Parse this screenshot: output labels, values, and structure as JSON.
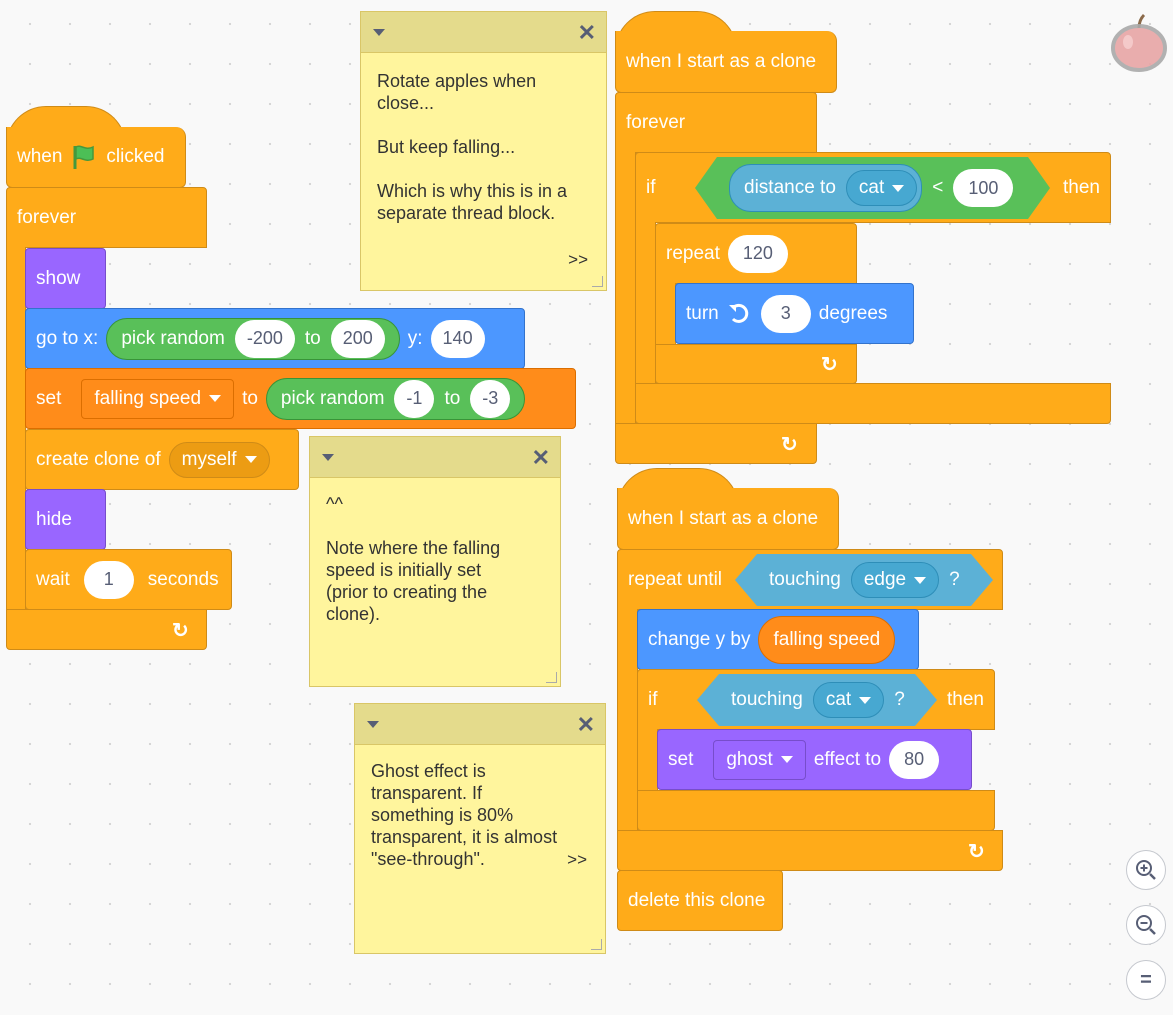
{
  "script1": {
    "hat_when": "when",
    "hat_clicked": "clicked",
    "forever": "forever",
    "show": "show",
    "goto_label": "go to x:",
    "pick_random": "pick random",
    "goto_rand_from": "-200",
    "goto_rand_to_word": "to",
    "goto_rand_to": "200",
    "goto_y_label": "y:",
    "goto_y": "140",
    "set_label": "set",
    "set_var": "falling speed",
    "set_to_word": "to",
    "set_pick_random": "pick random",
    "set_rand_from": "-1",
    "set_rand_to_word": "to",
    "set_rand_to": "-3",
    "create_clone_label": "create clone of",
    "create_clone_target": "myself",
    "hide": "hide",
    "wait_label": "wait",
    "wait_value": "1",
    "wait_unit": "seconds"
  },
  "script2": {
    "hat": "when I start as a clone",
    "forever": "forever",
    "if_label": "if",
    "distance_to": "distance to",
    "distance_target": "cat",
    "less_than": "<",
    "compare_value": "100",
    "then": "then",
    "repeat_label": "repeat",
    "repeat_value": "120",
    "turn_label": "turn",
    "turn_value": "3",
    "degrees": "degrees"
  },
  "script3": {
    "hat": "when I start as a clone",
    "repeat_until": "repeat until",
    "touching": "touching",
    "touching_target": "edge",
    "question": "?",
    "change_y": "change y by",
    "change_y_var": "falling speed",
    "if_label": "if",
    "if_touching": "touching",
    "if_touching_target": "cat",
    "if_question": "?",
    "then": "then",
    "set_label": "set",
    "effect": "ghost",
    "effect_to": "effect to",
    "effect_value": "80",
    "delete_clone": "delete this clone"
  },
  "notes": {
    "note1": "Rotate apples when\nclose...\n\nBut keep falling...\n\nWhich is why this is in a\nseparate thread block.",
    "note1_more": ">>",
    "note2": "^^\n\nNote where the falling\nspeed is initially set\n(prior to creating the\nclone).",
    "note3": "Ghost effect is\ntransparent. If\nsomething is 80%\ntransparent, it is almost\n\"see-through\".",
    "note3_more": ">>"
  },
  "zoom": {
    "zoom_in": "+",
    "zoom_out": "−",
    "reset": "="
  },
  "colors": {
    "events": "#ffab19",
    "control": "#ffab19",
    "looks": "#9966ff",
    "motion": "#4c97ff",
    "variables": "#ff8c1a",
    "operators": "#59c059",
    "sensing": "#5cb1d6",
    "note": "#fff59d"
  }
}
